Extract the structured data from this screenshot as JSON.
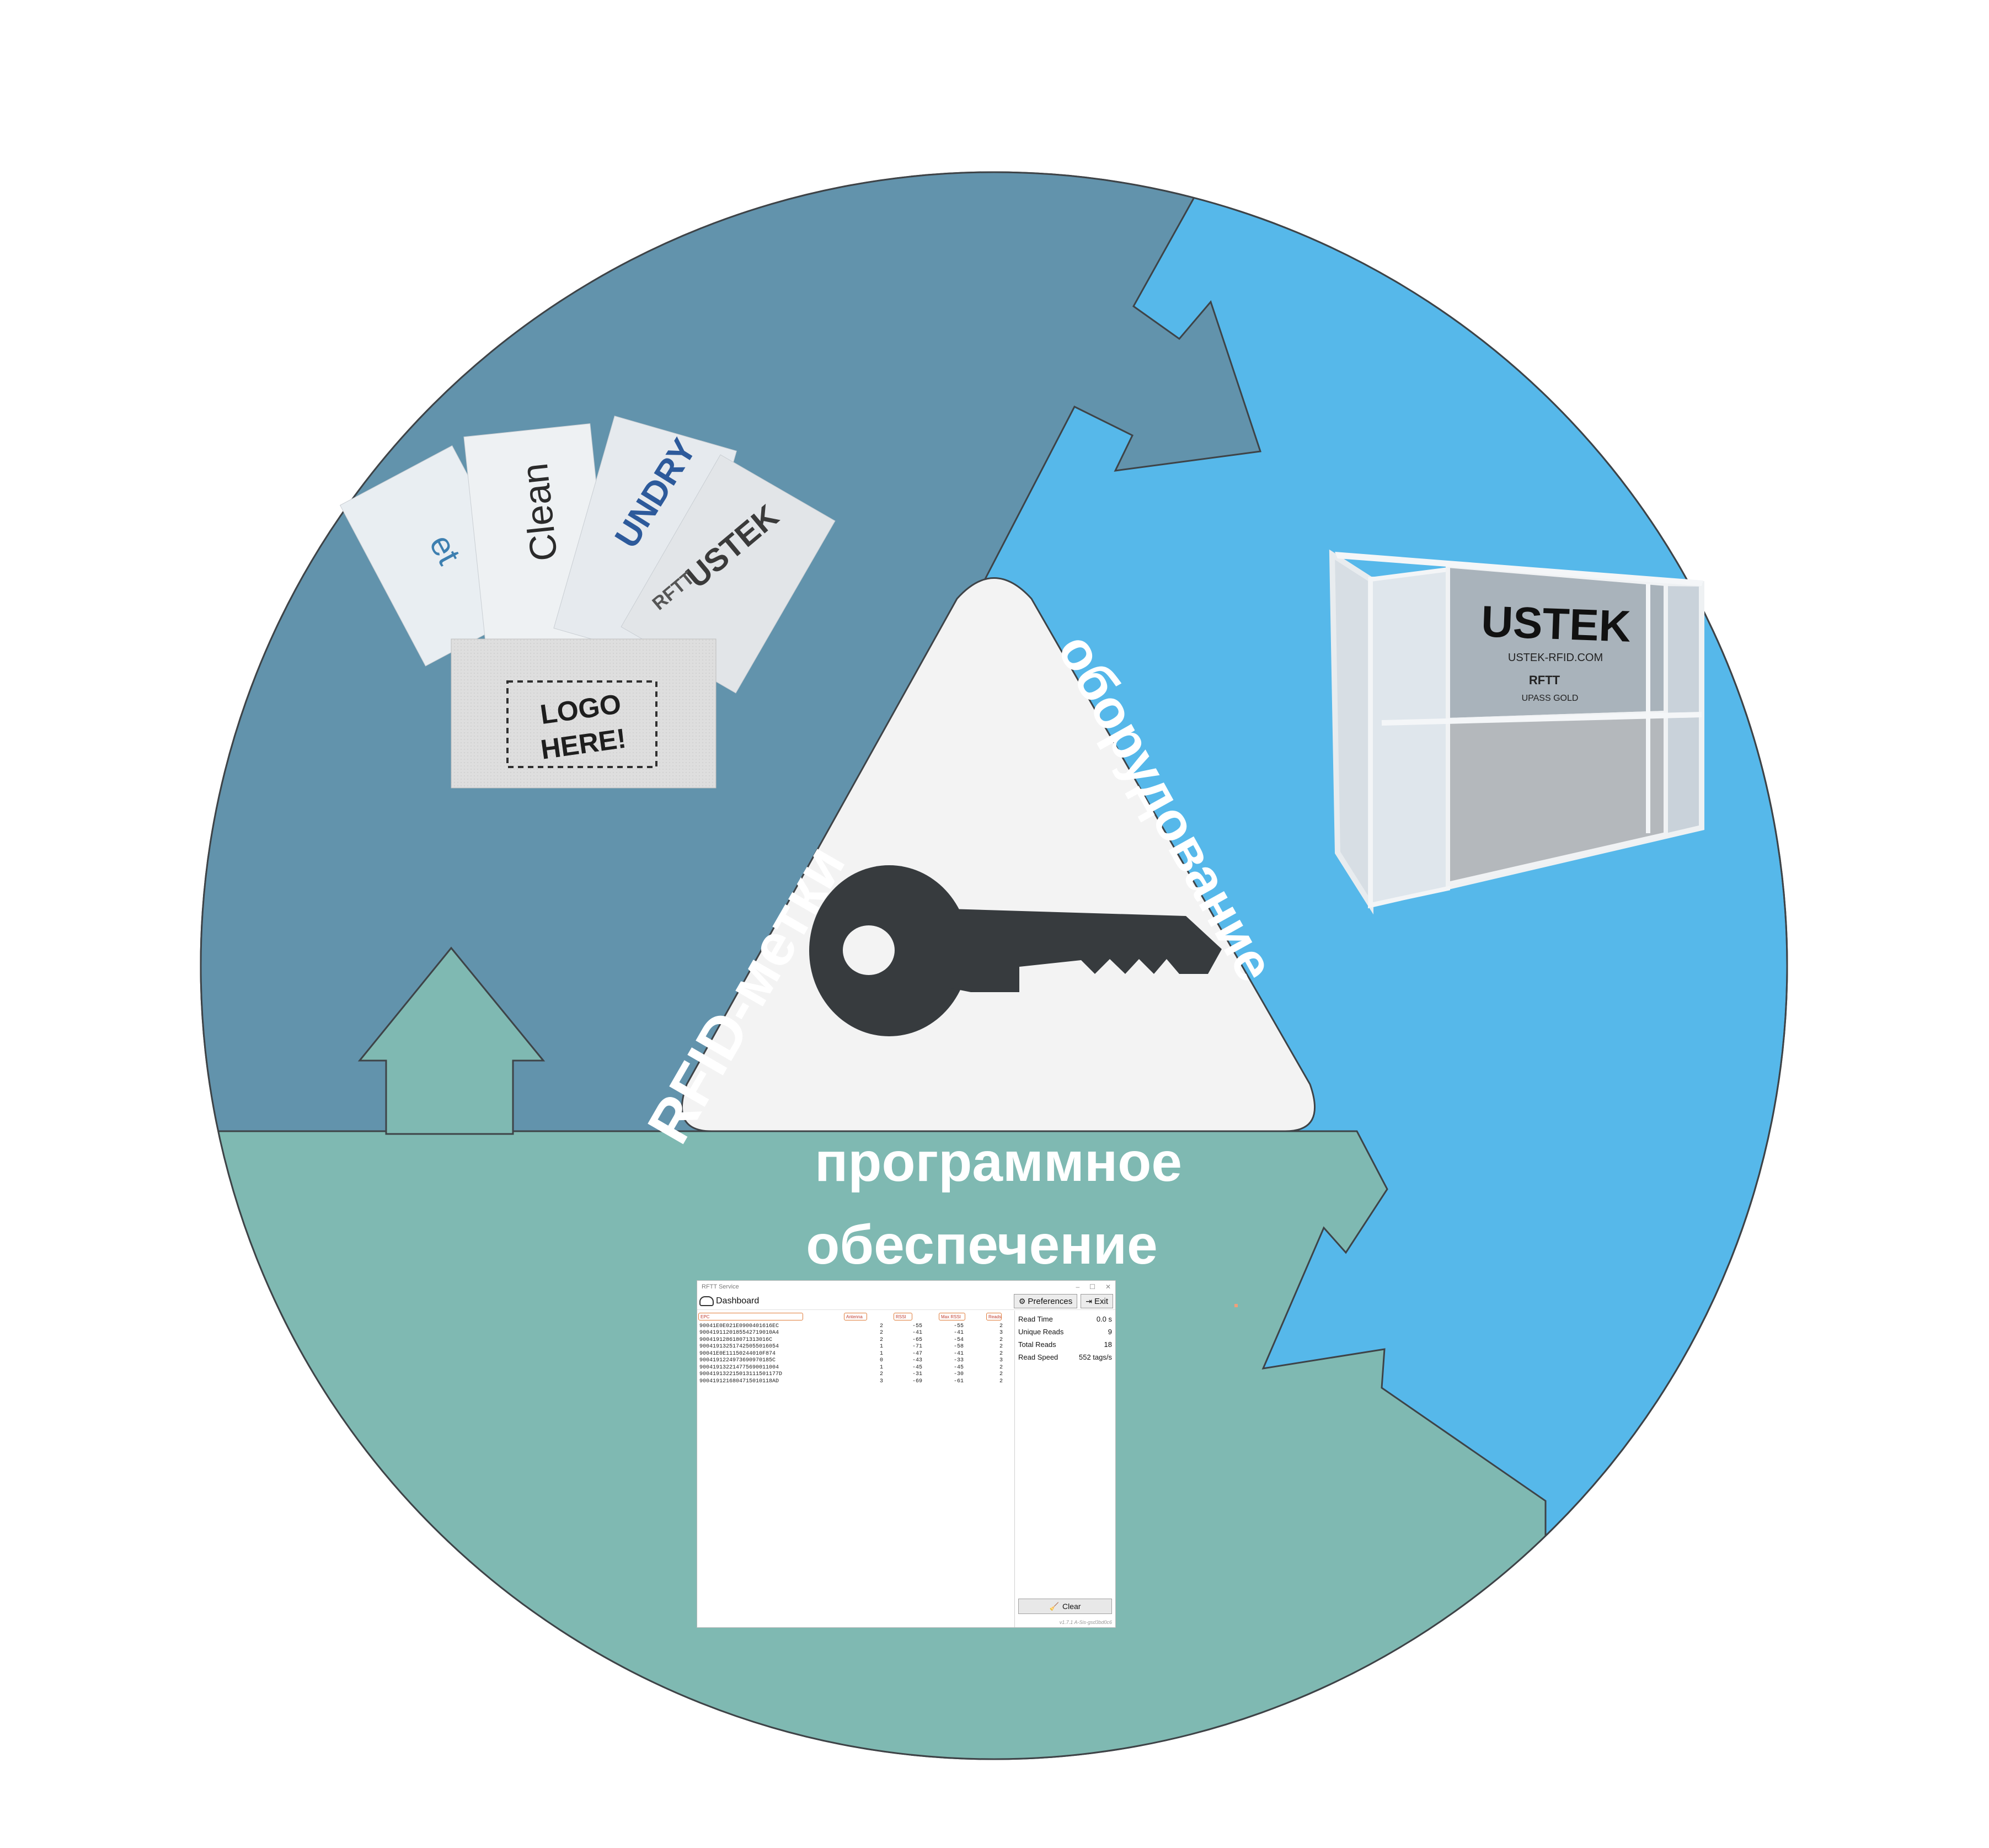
{
  "labels": {
    "tags": "RFID-метки",
    "equipment": "оборудование",
    "software_line1": "программное",
    "software_line2": "обеспечение"
  },
  "colors": {
    "tags_sector": "#6293ac",
    "equipment_sector": "#56b8ea",
    "software_sector": "#7fb9b2",
    "center_triangle": "#f3f3f3",
    "key": "#373b3e",
    "label_text": "#ffffff"
  },
  "tags_photo": {
    "lines": [
      "Clean",
      "USTEK",
      "LOGO",
      "HERE!",
      "RFTT"
    ]
  },
  "equipment_photo": {
    "brand": "USTEK",
    "site": "USTEK-RFID.COM",
    "badge": "RFTT",
    "model": "UPASS GOLD"
  },
  "software_window": {
    "title": "RFTT Service",
    "controls": [
      "–",
      "☐",
      "✕"
    ],
    "dashboard_label": "Dashboard",
    "preferences_label": "Preferences",
    "exit_label": "Exit",
    "columns": [
      "EPC",
      "Antenna",
      "RSSI",
      "Max RSSI",
      "Reads"
    ],
    "rows": [
      [
        "90041E0E021E0900401616EC",
        "2",
        "-55",
        "-55",
        "2"
      ],
      [
        "9004191120185542719010A4",
        "2",
        "-41",
        "-41",
        "3"
      ],
      [
        "900419128618071313016C",
        "2",
        "-65",
        "-54",
        "2"
      ],
      [
        "900419132517425055016054",
        "1",
        "-71",
        "-58",
        "2"
      ],
      [
        "90041E0E11150244010F874",
        "1",
        "-47",
        "-41",
        "2"
      ],
      [
        "9004191224973690970185C",
        "0",
        "-43",
        "-33",
        "3"
      ],
      [
        "900419132214775690011004",
        "1",
        "-45",
        "-45",
        "2"
      ],
      [
        "900419132215013111501177D",
        "2",
        "-31",
        "-30",
        "2"
      ],
      [
        "9004191216804715010118AD",
        "3",
        "-69",
        "-61",
        "2"
      ]
    ],
    "stats": [
      {
        "label": "Read Time",
        "value": "0.0 s"
      },
      {
        "label": "Unique Reads",
        "value": "9"
      },
      {
        "label": "Total Reads",
        "value": "18"
      },
      {
        "label": "Read Speed",
        "value": "552 tags/s"
      }
    ],
    "clear_label": "Clear",
    "version": "v1.7.1 A-Sis-gsd3bd0c6"
  },
  "icons": {
    "center": "key-icon"
  }
}
